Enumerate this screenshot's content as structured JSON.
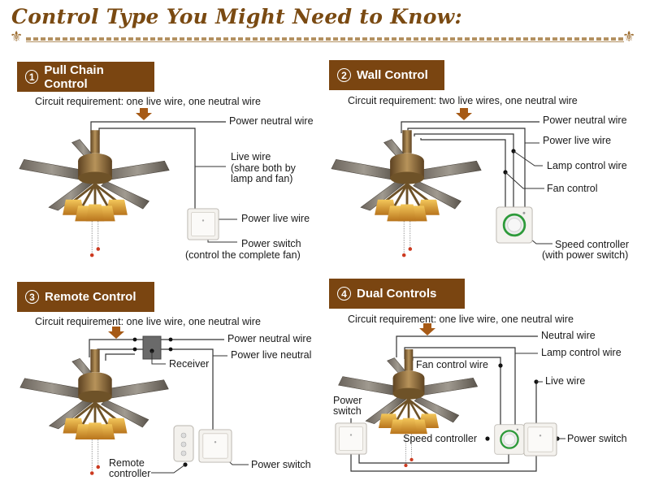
{
  "title": "Control Type You Might Need to Know:",
  "panels": [
    {
      "number": "1",
      "heading": "Pull Chain Control",
      "requirement": "Circuit requirement: one live wire, one neutral wire",
      "labels": {
        "power_neutral": "Power neutral wire",
        "live_wire_1": "Live wire",
        "live_wire_2": "(share both by",
        "live_wire_3": "lamp and fan)",
        "power_live": "Power live wire",
        "power_switch_1": "Power switch",
        "power_switch_2": "(control the complete fan)"
      }
    },
    {
      "number": "2",
      "heading": "Wall Control",
      "requirement": "Circuit requirement: two live wires, one neutral wire",
      "labels": {
        "power_neutral": "Power neutral wire",
        "power_live": "Power live wire",
        "lamp_control": "Lamp control wire",
        "fan_control": "Fan control",
        "speed_1": "Speed controller",
        "speed_2": "(with power switch)"
      }
    },
    {
      "number": "3",
      "heading": "Remote Control",
      "requirement": "Circuit requirement: one live wire, one neutral wire",
      "labels": {
        "power_neutral": "Power neutral wire",
        "power_live_neutral": "Power live neutral",
        "receiver": "Receiver",
        "remote_1": "Remote",
        "remote_2": "controller",
        "power_switch": "Power switch"
      }
    },
    {
      "number": "4",
      "heading": "Dual Controls",
      "requirement": "Circuit requirement: one live wire, one neutral wire",
      "labels": {
        "neutral": "Neutral wire",
        "lamp_control": "Lamp control wire",
        "fan_control": "Fan control wire",
        "live": "Live wire",
        "power_switch_left_1": "Power",
        "power_switch_left_2": "switch",
        "speed": "Speed controller",
        "power_switch_right": "Power switch"
      }
    }
  ],
  "colors": {
    "header_bg": "#7a4511",
    "title": "#7a4a12",
    "arrow": "#a65a16",
    "brass": "#8a6a3c",
    "amber": "#d9a23b",
    "indicator_green": "#2e9a3a"
  },
  "icons": [
    "fleur-de-lis-icon",
    "ceiling-fan-icon",
    "wall-switch-icon",
    "speed-controller-icon",
    "receiver-icon",
    "remote-controller-icon",
    "down-arrow-icon"
  ]
}
